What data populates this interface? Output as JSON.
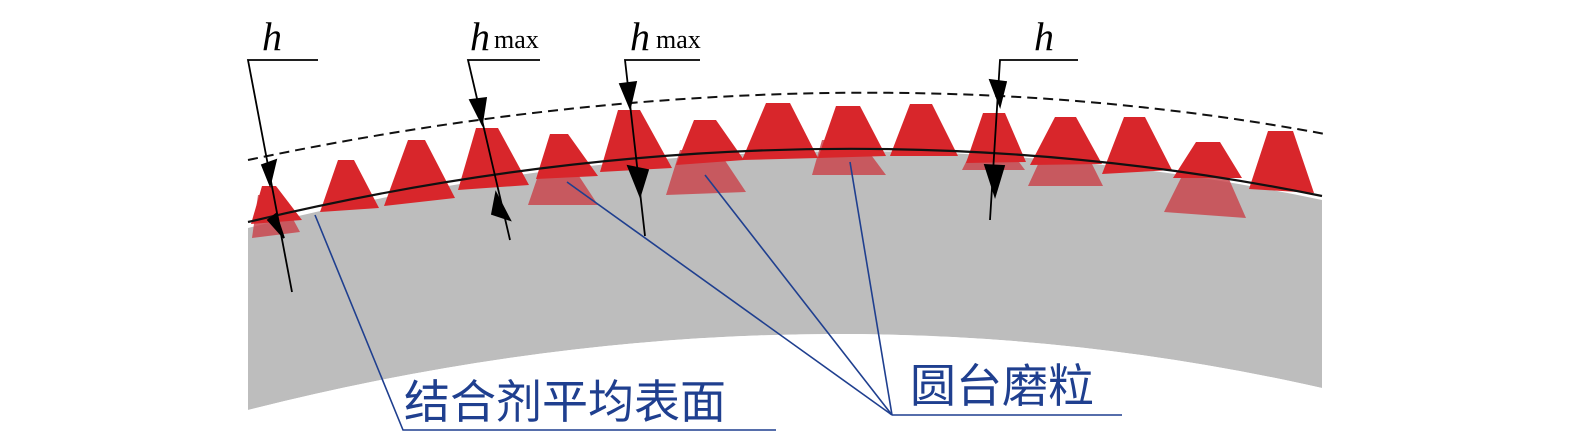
{
  "labels": {
    "h_left": "h",
    "hmax_1_main": "h",
    "hmax_1_sub": "max",
    "hmax_2_main": "h",
    "hmax_2_sub": "max",
    "h_right": "h",
    "binder_surface": "结合剂平均表面",
    "grains": "圆台磨粒"
  },
  "colors": {
    "grain": "#d8262b",
    "grain_embedded": "#c9484f",
    "wheel_body": "#bdbdbd",
    "leader_line": "#1f3f8f",
    "label_text": "#1f3f8f",
    "dimension": "#000000"
  }
}
